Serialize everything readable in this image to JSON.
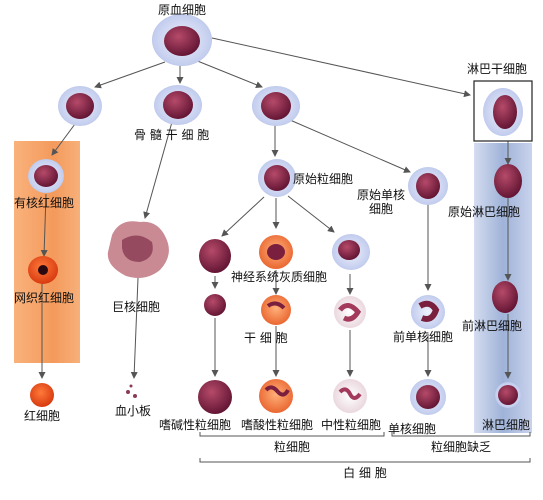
{
  "labels": {
    "root": "原血细胞",
    "lymph_stem": "淋巴干细胞",
    "marrow_stem": "骨 髓 干 细 胞",
    "nucleated_rbc": "有核红细胞",
    "reticulocyte": "网织红细胞",
    "rbc": "红细胞",
    "megakaryocyte": "巨核细胞",
    "platelet": "血小板",
    "myeloblast": "原始粒细胞",
    "monoblast": "原始单核细胞",
    "lymphoblast": "原始淋巴细胞",
    "neural_gray": "神经系统灰质细胞",
    "stem_cell": "干 细 胞",
    "promonocyte": "前单核细胞",
    "prolymphocyte": "前淋巴细胞",
    "basophil": "嗜碱性粒细胞",
    "eosinophil": "嗜酸性粒细胞",
    "neutrophil": "中性粒细胞",
    "monocyte": "单核细胞",
    "lymphocyte": "淋巴细胞",
    "granulocyte": "粒细胞",
    "agranulocyte": "粒细胞缺乏",
    "leukocyte": "白 细 胞"
  },
  "colors": {
    "rbc_panel": "#f6a46a",
    "lymph_panel": "#9fb2d8",
    "arrow": "#666666",
    "nucleus": "#7a1f3d",
    "membrane": "#b8c4e6"
  }
}
